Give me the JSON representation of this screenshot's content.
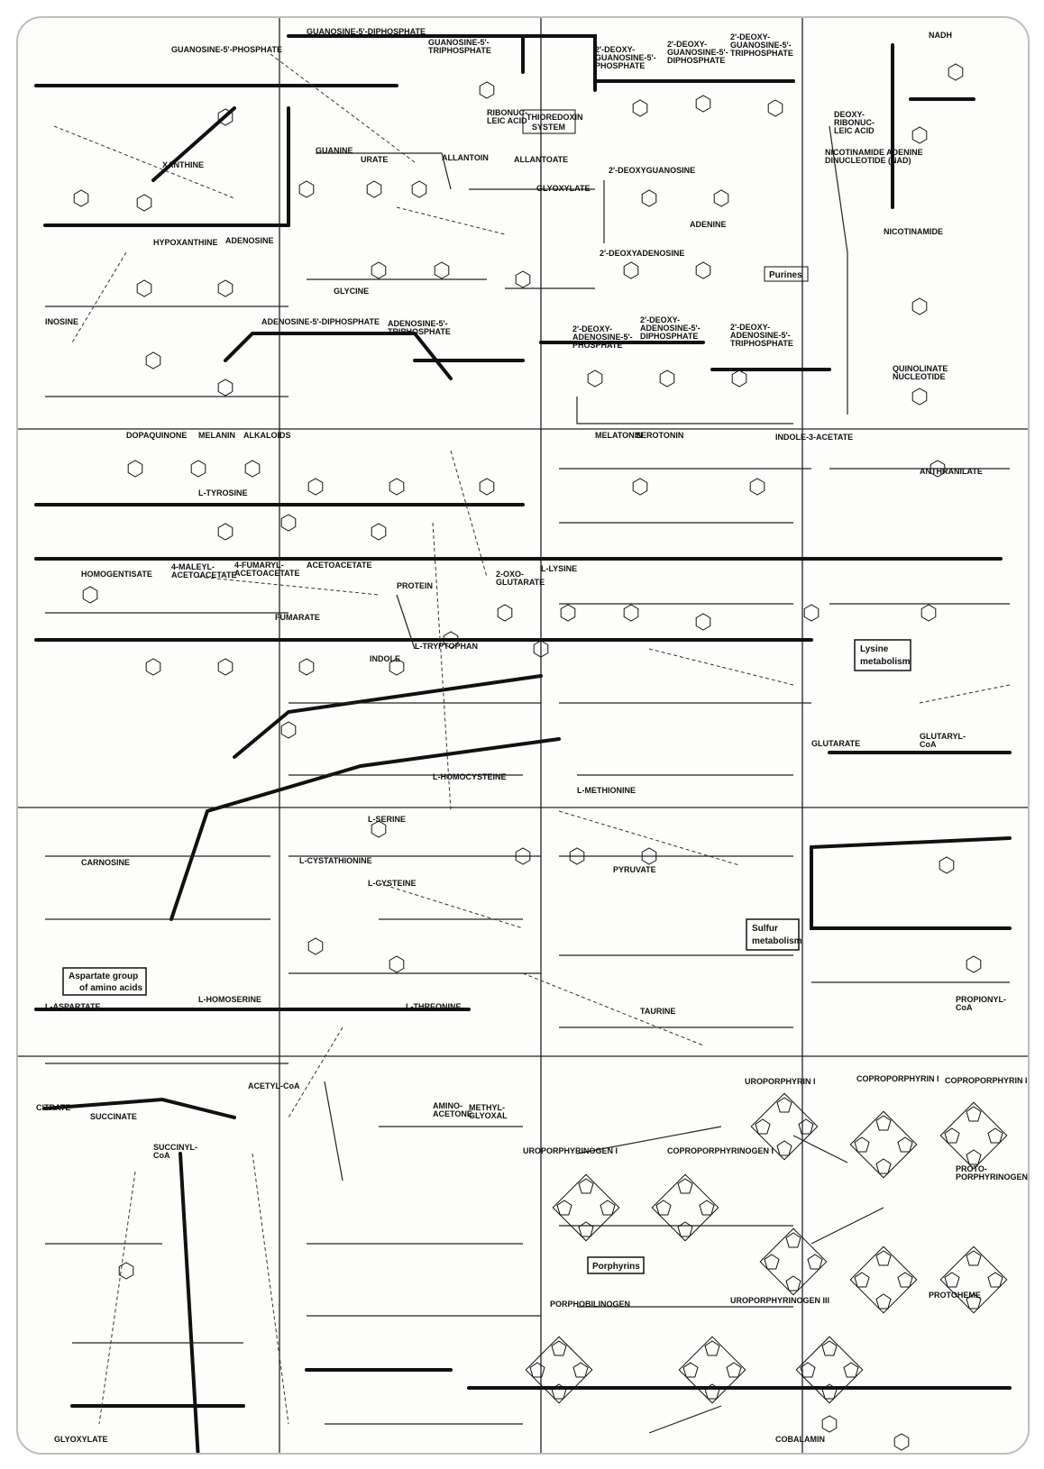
{
  "figure": {
    "theme": "biochemical pathway chart (metabolic map)",
    "colors": {
      "ink": "#111111",
      "paper": "#fdfdfb",
      "frame": "#bdbdbd"
    }
  },
  "region_labels": {
    "purines": "Purines",
    "lysine": "Lysine\nmetabolism",
    "sulfur": "Sulfur\nmetabolism",
    "aspartate": "Aspartate group\nof amino acids",
    "porphyrins": "Porphyrins"
  },
  "system_labels": {
    "thioredoxin": "THIOREDOXIN\nSYSTEM"
  },
  "metabolites": [
    {
      "id": "gtp",
      "text": "GUANOSINE-5'-\nTRIPHOSPHATE"
    },
    {
      "id": "gdp",
      "text": "GUANOSINE-5'-DIPHOSPHATE"
    },
    {
      "id": "gmp",
      "text": "GUANOSINE-5'-PHOSPHATE"
    },
    {
      "id": "ribonucleic",
      "text": "RIBONUC-\nLEIC ACID"
    },
    {
      "id": "dgmp",
      "text": "2'-DEOXY-\nGUANOSINE-5'-\nPHOSPHATE"
    },
    {
      "id": "dgdp",
      "text": "2'-DEOXY-\nGUANOSINE-5'-\nDIPHOSPHATE"
    },
    {
      "id": "dgtp",
      "text": "2'-DEOXY-\nGUANOSINE-5'-\nTRIPHOSPHATE"
    },
    {
      "id": "deoxyribonucleic",
      "text": "DEOXY-\nRIBONUC-\nLEIC ACID"
    },
    {
      "id": "nad",
      "text": "NICOTINAMIDE ADENINE\nDINUCLEOTIDE (NAD)"
    },
    {
      "id": "nadh",
      "text": "NADH"
    },
    {
      "id": "xanthine",
      "text": "XANTHINE"
    },
    {
      "id": "guanine",
      "text": "GUANINE"
    },
    {
      "id": "urate",
      "text": "URATE"
    },
    {
      "id": "allantoin",
      "text": "ALLANTOIN"
    },
    {
      "id": "allantoate",
      "text": "ALLANTOATE"
    },
    {
      "id": "hypoxanthine",
      "text": "HYPOXANTHINE"
    },
    {
      "id": "adenosine",
      "text": "ADENOSINE"
    },
    {
      "id": "inosine",
      "text": "INOSINE"
    },
    {
      "id": "adenine",
      "text": "ADENINE"
    },
    {
      "id": "glycine",
      "text": "GLYCINE"
    },
    {
      "id": "glyoxylate",
      "text": "GLYOXYLATE"
    },
    {
      "id": "deoxyguanosine",
      "text": "2'-DEOXYGUANOSINE"
    },
    {
      "id": "deoxyadenosine",
      "text": "2'-DEOXYADENOSINE"
    },
    {
      "id": "adp",
      "text": "ADENOSINE-5'-DIPHOSPHATE"
    },
    {
      "id": "atp",
      "text": "ADENOSINE-5'-\nTRIPHOSPHATE"
    },
    {
      "id": "damp",
      "text": "2'-DEOXY-\nADENOSINE-5'-\nPHOSPHATE"
    },
    {
      "id": "dadp",
      "text": "2'-DEOXY-\nADENOSINE-5'-\nDIPHOSPHATE"
    },
    {
      "id": "datp",
      "text": "2'-DEOXY-\nADENOSINE-5'-\nTRIPHOSPHATE"
    },
    {
      "id": "nicotinamide",
      "text": "NICOTINAMIDE"
    },
    {
      "id": "quinolinate",
      "text": "QUINOLINATE\nNUCLEOTIDE"
    },
    {
      "id": "dopaquinone",
      "text": "DOPAQUINONE"
    },
    {
      "id": "melanin",
      "text": "MELANIN"
    },
    {
      "id": "alkaloids",
      "text": "ALKALOIDS"
    },
    {
      "id": "tyrosine",
      "text": "L-TYROSINE"
    },
    {
      "id": "melatonin",
      "text": "MELATONIN"
    },
    {
      "id": "serotonin",
      "text": "SEROTONIN"
    },
    {
      "id": "indoleacetate",
      "text": "INDOLE-3-ACETATE"
    },
    {
      "id": "anthranilate",
      "text": "ANTHRANILATE"
    },
    {
      "id": "homogentisate",
      "text": "HOMOGENTISATE"
    },
    {
      "id": "maleyl",
      "text": "4-MALEYL-\nACETOACETATE"
    },
    {
      "id": "fumaryl",
      "text": "4-FUMARYL-\nACETOACETATE"
    },
    {
      "id": "acetoacetate",
      "text": "ACETOACETATE"
    },
    {
      "id": "fumarate",
      "text": "FUMARATE"
    },
    {
      "id": "protein",
      "text": "PROTEIN"
    },
    {
      "id": "tryptophan",
      "text": "L-TRYPTOPHAN"
    },
    {
      "id": "indole",
      "text": "INDOLE"
    },
    {
      "id": "oxoglutarate",
      "text": "2-OXO-\nGLUTARATE"
    },
    {
      "id": "lysine",
      "text": "L-LYSINE"
    },
    {
      "id": "glutarate",
      "text": "GLUTARATE"
    },
    {
      "id": "glutarylcoa",
      "text": "GLUTARYL-\nCoA"
    },
    {
      "id": "serine",
      "text": "L-SERINE"
    },
    {
      "id": "cysteine",
      "text": "L-CYSTEINE"
    },
    {
      "id": "cystathionine",
      "text": "L-CYSTATHIONINE"
    },
    {
      "id": "methionine",
      "text": "L-METHIONINE"
    },
    {
      "id": "homocysteine",
      "text": "L-HOMOCYSTEINE"
    },
    {
      "id": "pyruvate",
      "text": "PYRUVATE"
    },
    {
      "id": "taurine",
      "text": "TAURINE"
    },
    {
      "id": "carnosine",
      "text": "CARNOSINE"
    },
    {
      "id": "aspartate",
      "text": "L-ASPARTATE"
    },
    {
      "id": "homoserine",
      "text": "L-HOMOSERINE"
    },
    {
      "id": "threonine",
      "text": "L-THREONINE"
    },
    {
      "id": "succinate",
      "text": "SUCCINATE"
    },
    {
      "id": "succinylcoa",
      "text": "SUCCINYL-\nCoA"
    },
    {
      "id": "citrate",
      "text": "CITRATE"
    },
    {
      "id": "acetylcoa",
      "text": "ACETYL-CoA"
    },
    {
      "id": "aminoacetone",
      "text": "AMINO-\nACETONE"
    },
    {
      "id": "methylglyoxal",
      "text": "METHYL-\nGLYOXAL"
    },
    {
      "id": "porphobilinogen",
      "text": "PORPHOBILINOGEN"
    },
    {
      "id": "uroporphyrin",
      "text": "UROPORPHYRIN I"
    },
    {
      "id": "coproporphyrin",
      "text": "COPROPORPHYRIN I"
    },
    {
      "id": "coproporphyrin3",
      "text": "COPROPORPHYRIN III"
    },
    {
      "id": "uroporphyrinogen",
      "text": "UROPORPHYRINOGEN I"
    },
    {
      "id": "coproporphyrinogen",
      "text": "COPROPORPHYRINOGEN I"
    },
    {
      "id": "uroporphyrinogen3",
      "text": "UROPORPHYRINOGEN III"
    },
    {
      "id": "protoporphyrinogen",
      "text": "PROTO-\nPORPHYRINOGEN IX"
    },
    {
      "id": "heme",
      "text": "PROTOHEME"
    },
    {
      "id": "corrin",
      "text": "COBALAMIN"
    },
    {
      "id": "propionylcoa",
      "text": "PROPIONYL-\nCoA"
    },
    {
      "id": "glyoxylate2",
      "text": "GLYOXYLATE"
    }
  ]
}
